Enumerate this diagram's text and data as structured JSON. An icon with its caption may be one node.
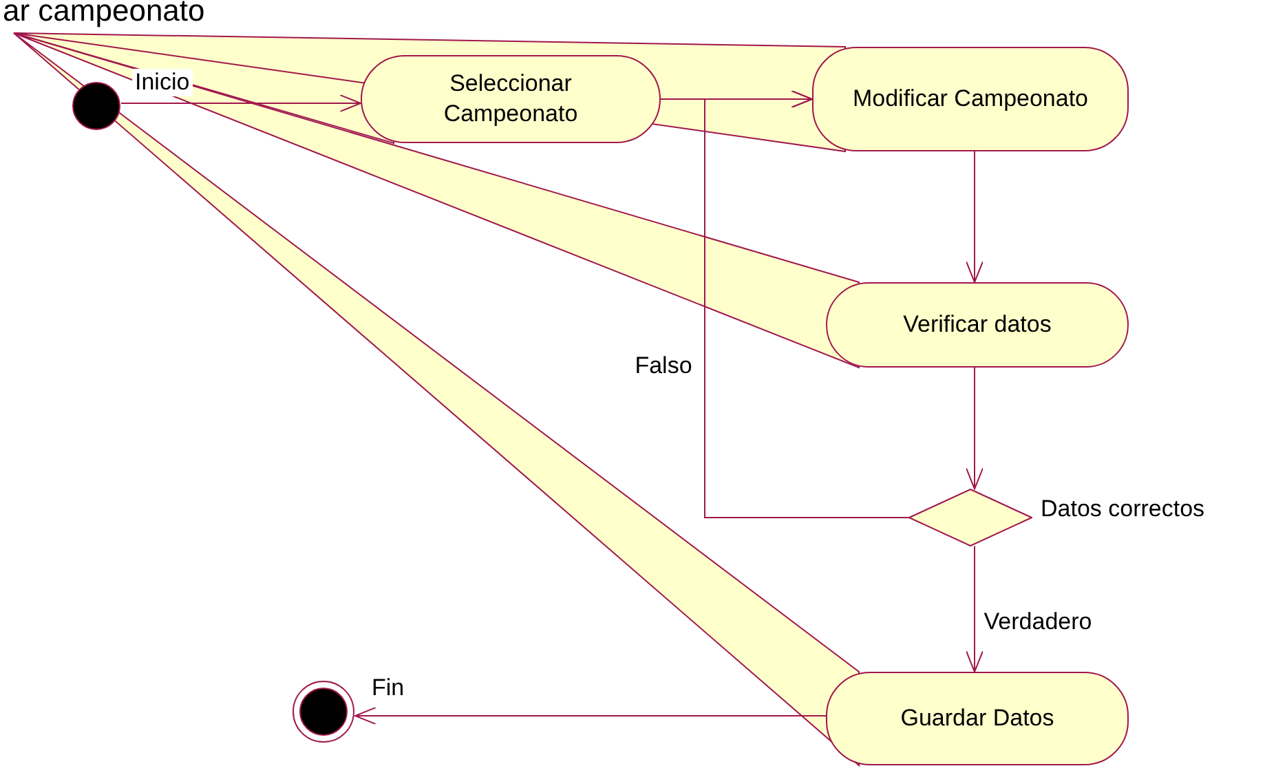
{
  "diagram": {
    "title": "ar campeonato",
    "nodes": [
      {
        "text": [],
        "shape": "circle",
        "beside": [
          "Inicio"
        ]
      },
      {
        "text": [
          "Seleccionar Campeonato"
        ]
      },
      {
        "text": [
          "Modificar Campeonato"
        ]
      },
      {
        "text": [
          "Verificar datos"
        ]
      },
      {
        "text": [],
        "shape": "diamond",
        "beside": [
          "Datos correctos"
        ]
      },
      {
        "text": [
          "Guardar Datos"
        ]
      },
      {
        "text": [],
        "shape": "circle",
        "beside": [
          "Fin"
        ]
      }
    ],
    "edges": [
      {
        "from": 0,
        "to": 1,
        "arrow": "to"
      },
      {
        "from": 1,
        "to": 2,
        "arrow": "to"
      },
      {
        "from": 2,
        "to": 3,
        "arrow": "to"
      },
      {
        "from": 3,
        "to": 4,
        "arrow": "to"
      },
      {
        "from": 4,
        "to": 5,
        "arrow": "to",
        "label": "Verdadero"
      },
      {
        "from": 4,
        "to": 2,
        "arrow": "to",
        "label": "Falso"
      },
      {
        "from": 5,
        "to": 6,
        "arrow": "to"
      }
    ]
  }
}
